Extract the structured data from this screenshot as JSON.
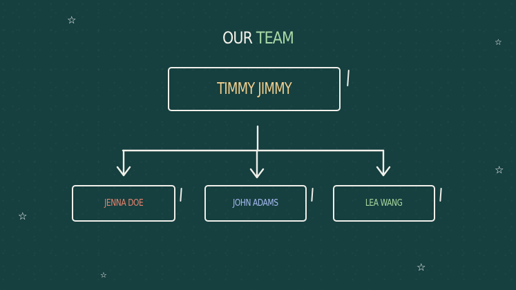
{
  "title": {
    "word1": "OUR",
    "word2": "TEAM"
  },
  "root": {
    "label": "TIMMY JIMMY"
  },
  "children": [
    {
      "label": "JENNA DOE"
    },
    {
      "label": "JOHN ADAMS"
    },
    {
      "label": "LEA WANG"
    }
  ],
  "colors": {
    "background": "#163f3f",
    "line": "#f0f0ea",
    "title_word1": "#f4f2ea",
    "title_word2": "#a9d9a7",
    "root_text": "#f1cf8f",
    "child1_text": "#e8846e",
    "child2_text": "#a6bcf1",
    "child3_text": "#a9d99f"
  },
  "decorations": {
    "star_icon": "star-outline-icon"
  }
}
